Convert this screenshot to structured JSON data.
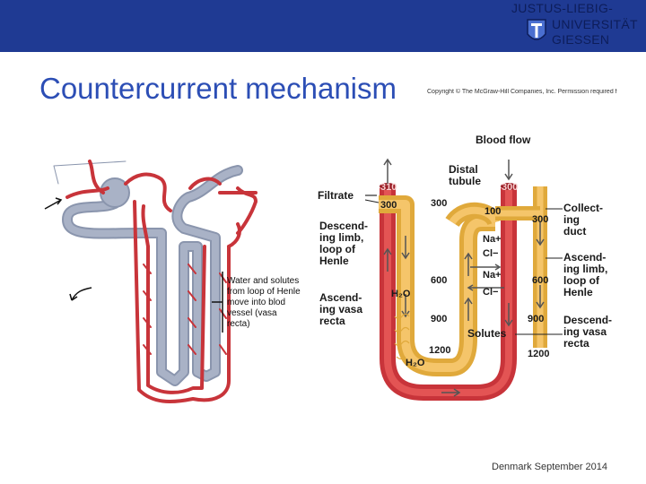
{
  "header": {
    "logo_line1": "JUSTUS-LIEBIG-",
    "logo_line2": "UNIVERSITÄT",
    "logo_line3": "GIESSEN"
  },
  "slide": {
    "title": "Countercurrent mechanism",
    "copyright": "Copyright © The McGraw-Hill Companies, Inc. Permission required for rep"
  },
  "left_figure": {
    "caption_lines": [
      "Water and solutes",
      "from loop of Henle",
      "move into blod",
      "vessel (vasa",
      "recta)"
    ]
  },
  "right_figure": {
    "labels": {
      "blood_flow": "Blood flow",
      "distal_1": "Distal",
      "distal_2": "tubule",
      "filtrate": "Filtrate",
      "desc_limb_1": "Descend-",
      "desc_limb_2": "ing limb,",
      "desc_limb_3": "loop of",
      "desc_limb_4": "Henle",
      "asc_vasa_1": "Ascend-",
      "asc_vasa_2": "ing vasa",
      "asc_vasa_3": "recta",
      "coll_1": "Collect-",
      "coll_2": "ing",
      "coll_3": "duct",
      "asc_limb_1": "Ascend-",
      "asc_limb_2": "ing limb,",
      "asc_limb_3": "loop of",
      "asc_limb_4": "Henle",
      "desc_vasa_1": "Descend-",
      "desc_vasa_2": "ing vasa",
      "desc_vasa_3": "recta",
      "solutes": "Solutes",
      "na": "Na+",
      "cl": "Cl−",
      "h2o": "H₂O"
    },
    "values": {
      "v310": "310",
      "v300_left": "300",
      "v300_top_red": "300",
      "v300_mid": "300",
      "v100": "100",
      "v300_right": "300",
      "v600_mid": "600",
      "v600_right": "600",
      "v900_mid": "900",
      "v900_right": "900",
      "v1200_mid": "1200",
      "v1200_right": "1200"
    }
  },
  "footer": {
    "text": "Denmark September 2014"
  }
}
